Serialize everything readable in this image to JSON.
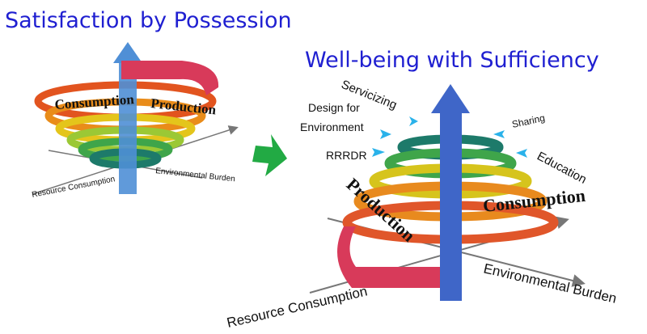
{
  "left_panel": {
    "title": "Satisfaction by Possession",
    "spiral_label_left": "Consumption",
    "spiral_label_right": "Production",
    "axis_label_x": "Resource Consumption",
    "axis_label_y": "Environmental Burden"
  },
  "right_panel": {
    "title": "Well-being with Sufficiency",
    "inputs_left": [
      "Servicizing",
      "Design for",
      "Environment",
      "RRRDR"
    ],
    "inputs_right": [
      "Sharing",
      "Education"
    ],
    "spiral_label_left": "Production",
    "spiral_label_right": "Consumption",
    "axis_label_x": "Resource Consumption",
    "axis_label_y": "Environmental Burden"
  },
  "colors": {
    "title": "#1f1fd1",
    "left_arrow": "#4f8fd6",
    "right_arrow": "#3f66c8",
    "transition_arrow": "#22aa44",
    "small_arrows": "#2ab2ea"
  }
}
